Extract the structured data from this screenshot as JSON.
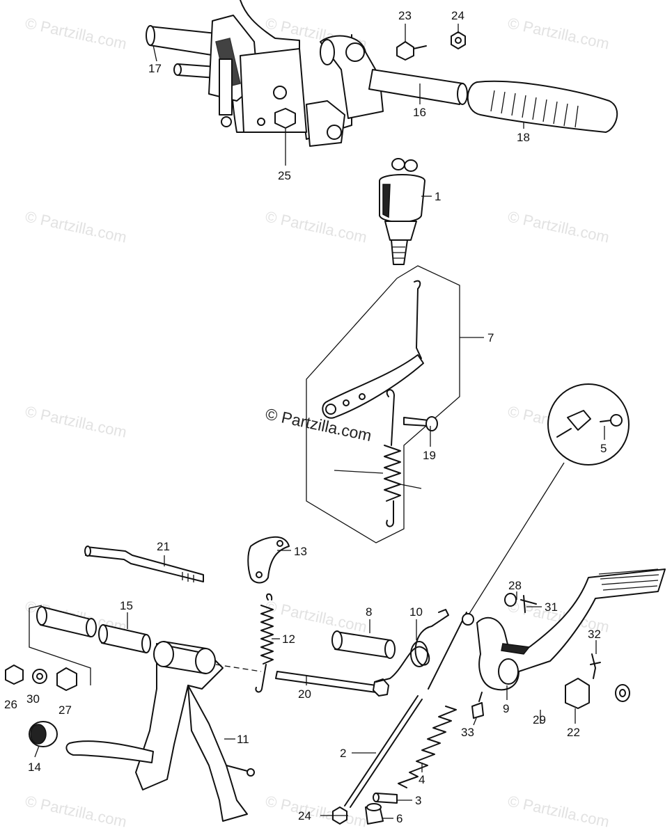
{
  "watermark": {
    "symbol": "©",
    "text": "Partzilla.com"
  },
  "center_watermark": "© Partzilla.com",
  "callouts": {
    "p1": "1",
    "p2": "2",
    "p3": "3",
    "p4": "4",
    "p5": "5",
    "p6": "6",
    "p7": "7",
    "p8": "8",
    "p9": "9",
    "p10": "10",
    "p11": "11",
    "p12": "12",
    "p13": "13",
    "p14": "14",
    "p15": "15",
    "p16": "16",
    "p17": "17",
    "p18": "18",
    "p19": "19",
    "p20": "20",
    "p21": "21",
    "p22": "22",
    "p23": "23",
    "p24a": "24",
    "p24b": "24",
    "p25": "25",
    "p26": "26",
    "p27": "27",
    "p28": "28",
    "p29": "29",
    "p30": "30",
    "p31": "31",
    "p32": "32",
    "p33": "33"
  },
  "colors": {
    "ink": "#111111",
    "watermark": "#e2e2e2",
    "background": "#ffffff"
  }
}
